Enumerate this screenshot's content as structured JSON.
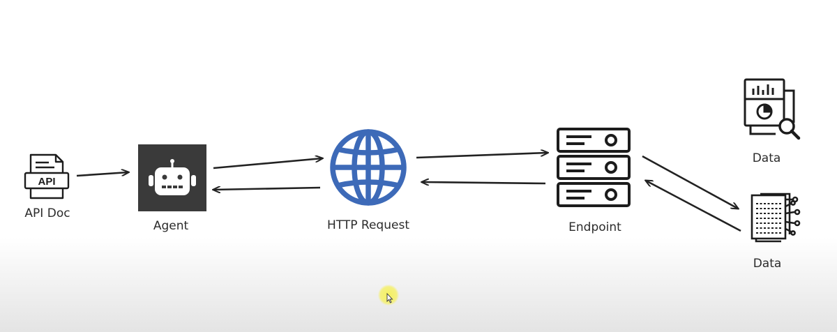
{
  "diagram": {
    "nodes": {
      "api_doc": {
        "label": "API Doc",
        "icon": "api-document-icon",
        "badge": "API"
      },
      "agent": {
        "label": "Agent",
        "icon": "robot-icon"
      },
      "http_request": {
        "label": "HTTP Request",
        "icon": "globe-icon",
        "color": "#3d6ab8"
      },
      "endpoint": {
        "label": "Endpoint",
        "icon": "server-icon"
      },
      "data_analytics": {
        "label": "Data",
        "icon": "data-report-search-icon"
      },
      "data_table": {
        "label": "Data",
        "icon": "data-table-document-icon"
      }
    },
    "edges": [
      {
        "from": "api_doc",
        "to": "agent"
      },
      {
        "from": "agent",
        "to": "http_request"
      },
      {
        "from": "http_request",
        "to": "agent"
      },
      {
        "from": "http_request",
        "to": "endpoint"
      },
      {
        "from": "endpoint",
        "to": "http_request"
      },
      {
        "from": "endpoint",
        "to": "data_table"
      },
      {
        "from": "data_table",
        "to": "endpoint"
      }
    ]
  }
}
